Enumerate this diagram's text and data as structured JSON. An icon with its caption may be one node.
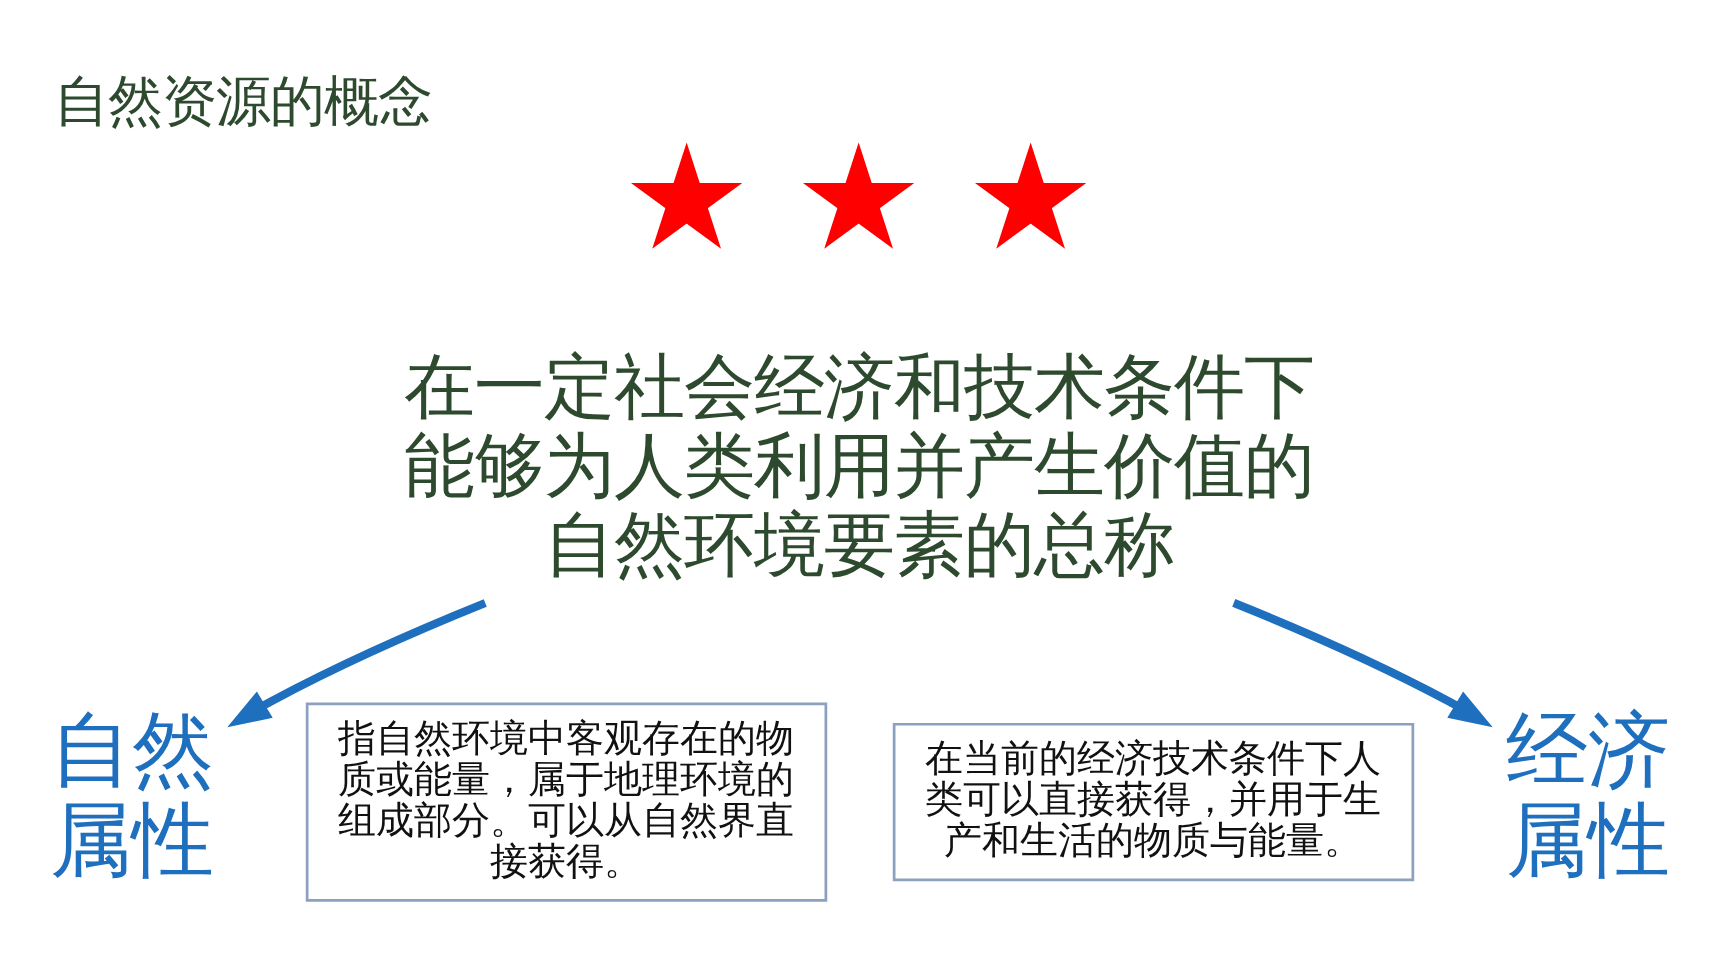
{
  "diagram": {
    "title": "自然资源的概念",
    "nodes": [
      {
        "text": [],
        "shape": "star"
      },
      {
        "text": [],
        "shape": "star"
      },
      {
        "text": [],
        "shape": "star"
      },
      {
        "text": [
          "在一定社会经济和技术条件下能够为人类利用并产生价值的自然环境要素的总称"
        ]
      },
      {
        "text": [
          "在当前的经济技术条件下人类可以直接获得，并用于生产和生活的物质与能量。"
        ]
      },
      {
        "text": [
          "经济属性"
        ]
      },
      {
        "text": [
          "自然属性"
        ]
      },
      {
        "text": [
          "指自然环境中客观存在的物质或能量，属于地理环境的组成部分。可以从自然界直接获得。"
        ]
      }
    ],
    "edges": [
      {
        "from": 3,
        "to": 5,
        "arrow": "to"
      },
      {
        "from": 3,
        "to": 6,
        "arrow": "to"
      }
    ]
  }
}
